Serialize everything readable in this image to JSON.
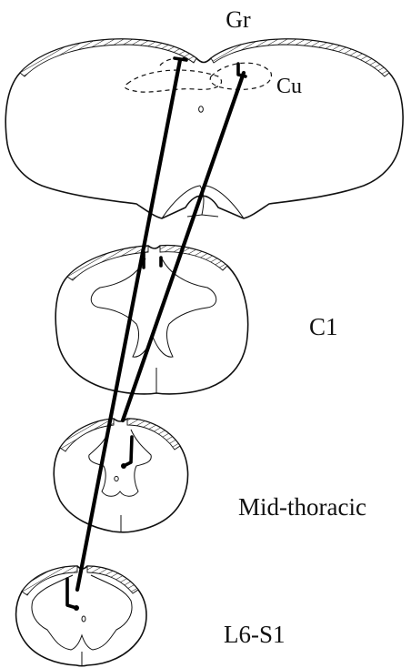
{
  "labels": {
    "gr": "Gr",
    "cu": "Cu",
    "c1": "C1",
    "mid_thoracic": "Mid-thoracic",
    "l6s1": "L6-S1"
  },
  "colors": {
    "ink": "#111111",
    "background": "#ffffff"
  }
}
